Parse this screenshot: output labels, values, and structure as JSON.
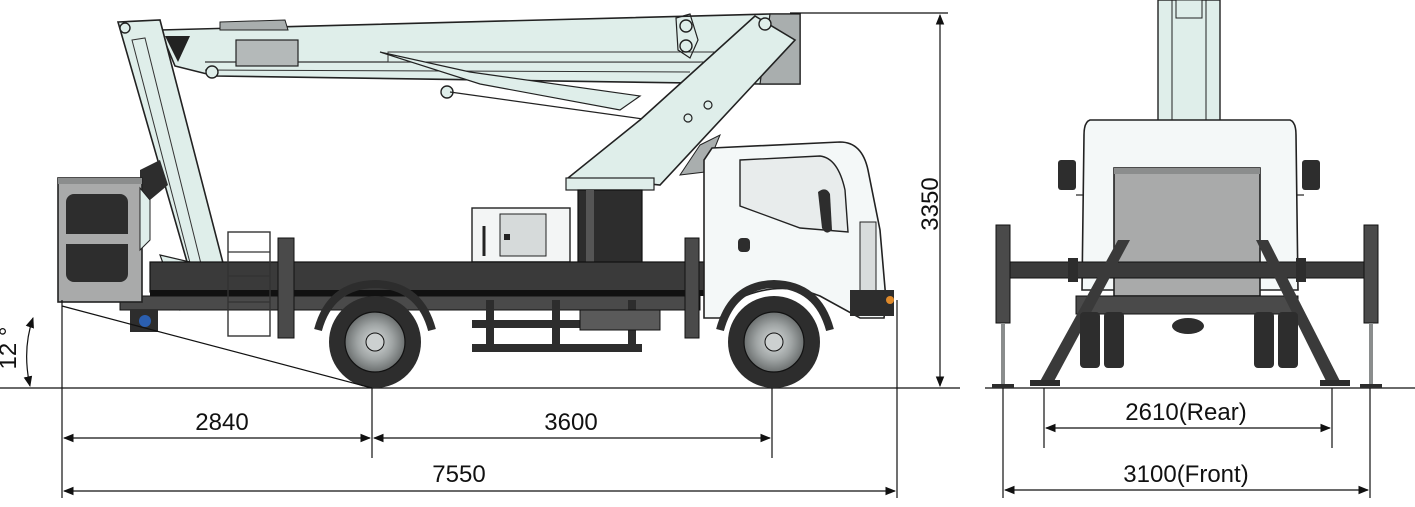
{
  "dimensions": {
    "front_overhang": "2840",
    "wheelbase": "3600",
    "overall_length": "7550",
    "overall_height": "3350",
    "approach_angle": "12 °",
    "track_rear": "2610(Rear)",
    "track_front": "3100(Front)"
  },
  "colors": {
    "boom": "#dfeeea",
    "boom_shadow": "#a9aeae",
    "chassis": "#333333",
    "cab": "#f4f8f8",
    "basket": "#a9aaaa",
    "tyre": "#2d2d2d",
    "line": "#111111"
  },
  "icons": [
    "truck-side-view",
    "truck-rear-view",
    "dimension-arrow"
  ]
}
